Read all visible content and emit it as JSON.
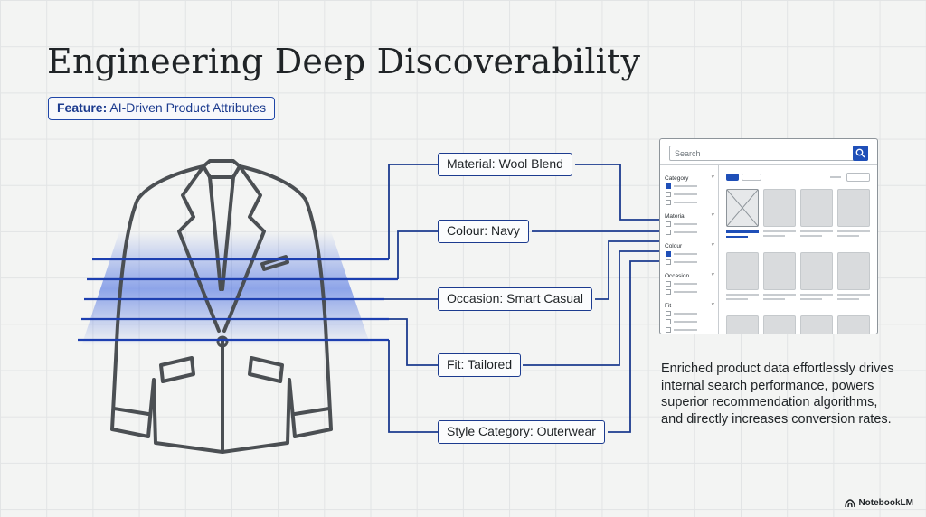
{
  "title": "Engineering Deep Discoverability",
  "feature": {
    "label": "Feature:",
    "value": "AI-Driven Product Attributes"
  },
  "attributes": [
    {
      "label": "Material: Wool Blend"
    },
    {
      "label": "Colour: Navy"
    },
    {
      "label": "Occasion: Smart Casual"
    },
    {
      "label": "Fit: Tailored"
    },
    {
      "label": "Style Category: Outerwear"
    }
  ],
  "mockup": {
    "search_placeholder": "Search",
    "filters": [
      {
        "label": "Category",
        "options": 3,
        "checked": [
          0
        ]
      },
      {
        "label": "Material",
        "options": 2,
        "checked": []
      },
      {
        "label": "Colour",
        "options": 2,
        "checked": [
          0
        ]
      },
      {
        "label": "Occasion",
        "options": 2,
        "checked": []
      },
      {
        "label": "Fit",
        "options": 3,
        "checked": []
      }
    ],
    "product_count": 12
  },
  "description": "Enriched product data effortlessly drives internal search performance, powers superior recommendation algorithms, and directly increases conversion rates.",
  "brand": "NotebookLM",
  "colors": {
    "accent": "#1f46a8",
    "line": "#1c3b8f",
    "scan": "#3a63e0",
    "outline": "#4b4f53"
  },
  "icons": {
    "search": "search-icon",
    "brand": "notebooklm-logo-icon",
    "jacket": "blazer-icon"
  }
}
